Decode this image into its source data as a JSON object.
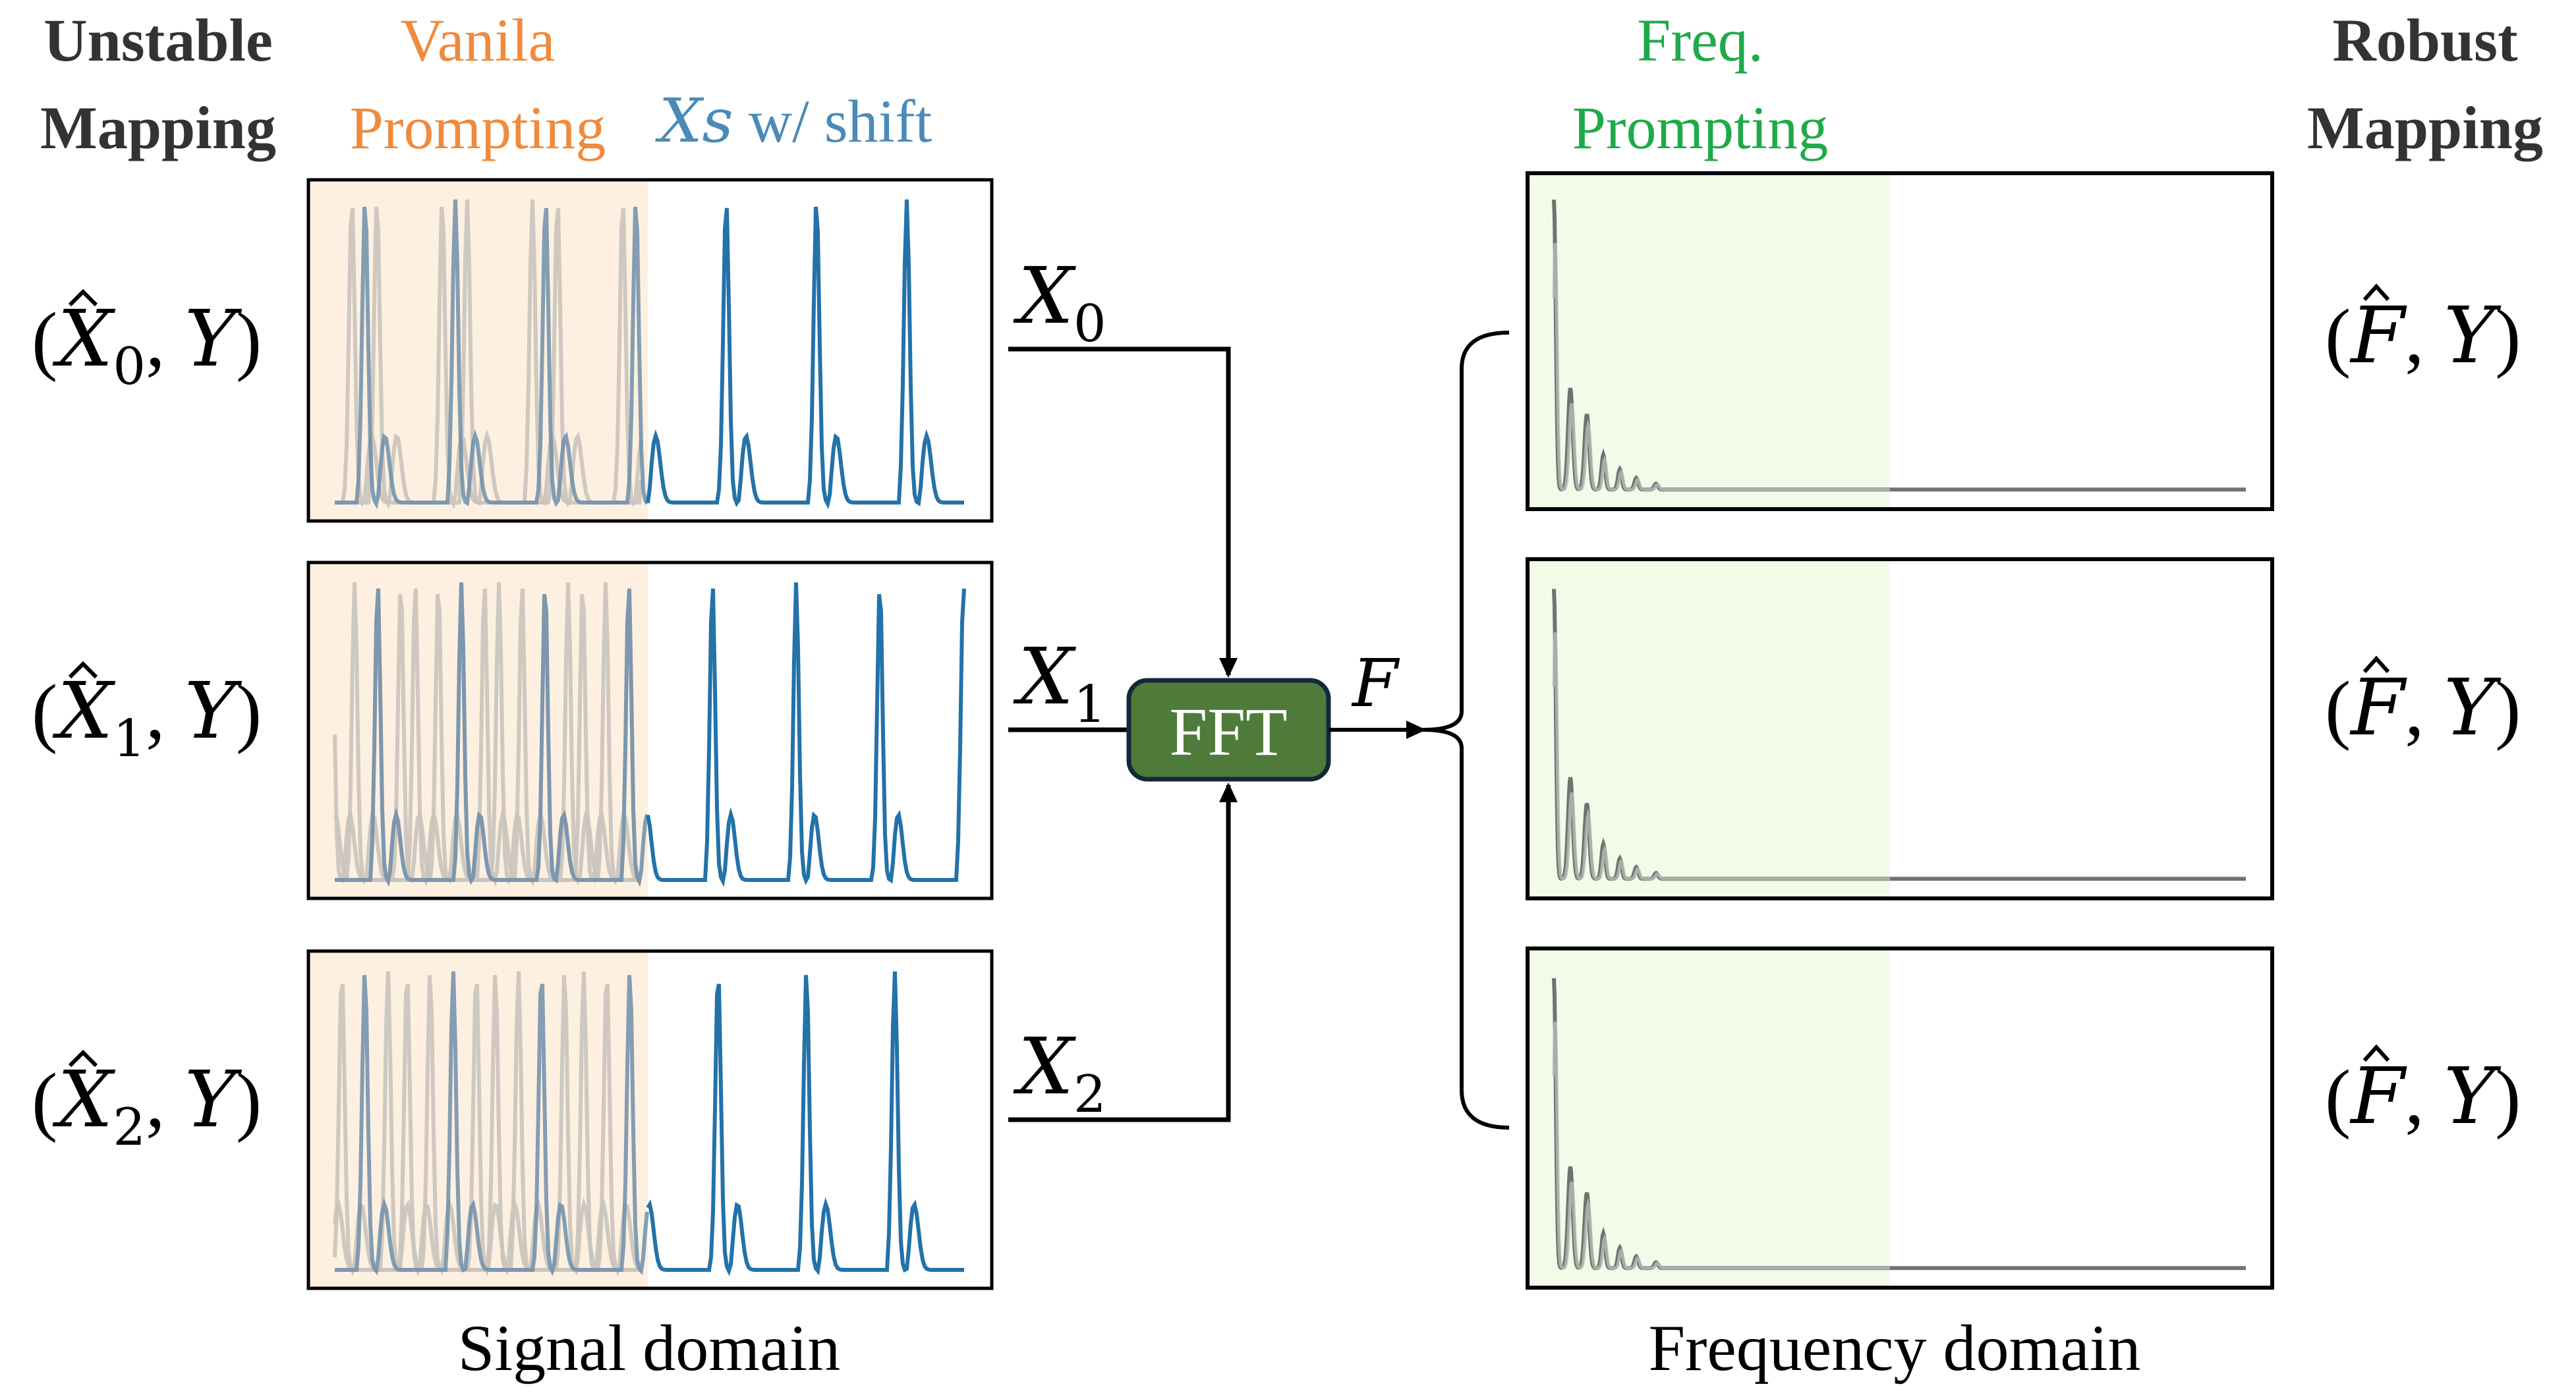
{
  "left_header": {
    "line1": "Unstable",
    "line2": "Mapping"
  },
  "vanilla_header": {
    "line1": "Vanila",
    "line2": "Prompting"
  },
  "shift_header": {
    "xs": "Xs",
    "rest": " w/ shift"
  },
  "freq_header": {
    "line1": "Freq.",
    "line2": "Prompting"
  },
  "right_header": {
    "line1": "Robust",
    "line2": "Mapping"
  },
  "left_pairs": [
    {
      "var": "X",
      "sub": "0",
      "target": "Y"
    },
    {
      "var": "X",
      "sub": "1",
      "target": "Y"
    },
    {
      "var": "X",
      "sub": "2",
      "target": "Y"
    }
  ],
  "right_pairs": [
    {
      "var": "F",
      "target": "Y"
    },
    {
      "var": "F",
      "target": "Y"
    },
    {
      "var": "F",
      "target": "Y"
    }
  ],
  "inputs": [
    {
      "var": "X",
      "sub": "0"
    },
    {
      "var": "X",
      "sub": "1"
    },
    {
      "var": "X",
      "sub": "2"
    }
  ],
  "fft_label": "FFT",
  "f_label": "F",
  "signal_domain_label": "Signal domain",
  "frequency_domain_label": "Frequency domain",
  "colors": {
    "vanilla": "#f08a3c",
    "shift": "#4a8ab8",
    "freq": "#1faa4a",
    "signal": "#2372a8",
    "prompt_signal": "#6d8eaa",
    "ghost_signal": "#c9c3bc",
    "spectrum": "#6f7370",
    "fft_box": "#4f7b3a",
    "vanilla_bg": "#fdf0e0",
    "freq_bg": "#f1fbe8"
  }
}
